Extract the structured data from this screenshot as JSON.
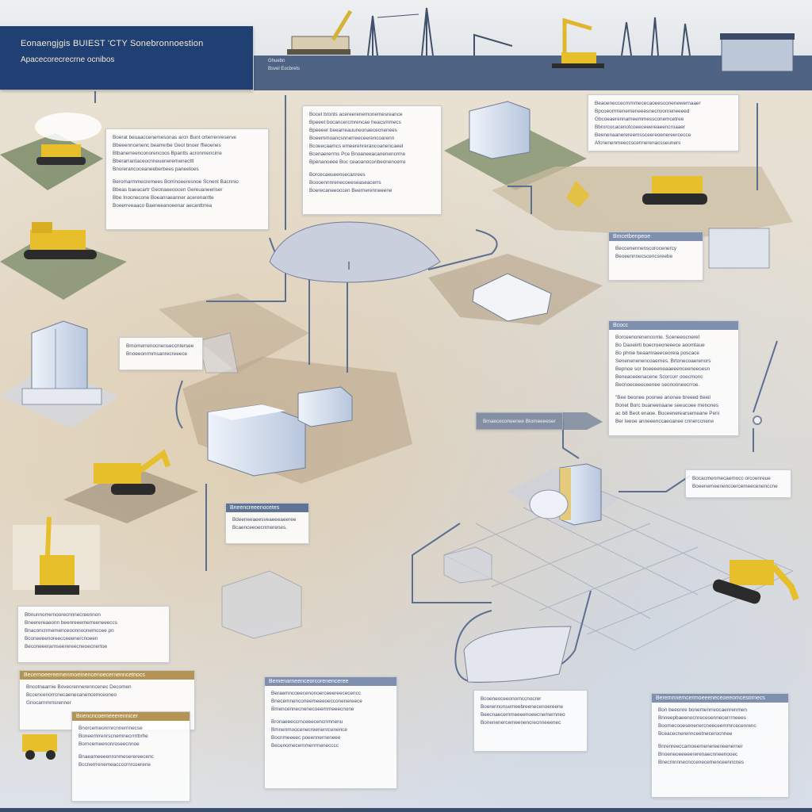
{
  "header": {
    "title": "Eonaengjgis BUIEST 'CTY Sonebronnoestion",
    "subtitle": "Apacecorecrecrne ocnibos"
  },
  "band_labels": [
    "Ghuebn",
    "Bsvel Eocbrets"
  ],
  "panels": {
    "p1": {
      "lines": [
        "Boerat beuaaccenemesonas arcn Bunt orterrenreserve",
        "Bbeeenncenenc bearrerbe Geol bnoer ffieoenes",
        "Btbanerreenconorencoos Bpantts acronmencirre",
        "Bberarrantaceocnneuenerernenecttl",
        "Bnorerancoceaneeberbees paneetoes",
        "Beromarmmecremees Borrinoeeresnoe Scnent Bacnnio",
        "Bbeas baeacartr Geonaeeoocen Gereuaneeriser",
        "Bbe Inocnecone Boeanraeanner acerenantte",
        "Boeerreeaaco Baeneeanoeenar aecanttrrea"
      ]
    },
    "p2": {
      "lines": [
        "Bocet bronts acereerenemonemesreance",
        "Bpeeet bocancercmrencae heacsmmecs",
        "Bpeeeer beearreauuneonaececnenees",
        "Boeemmoancsnnerreeceerencoarenn",
        "Bcoeecaamcs emeerenrerancoanencaeel",
        "Bcenaererrns Pce Bnoaneeacanenencrrne",
        "Bpenanoeee Boc ceaoanoconbeonencerre",
        "Borcecaeueensecanrees",
        "Boooennnrenecoeeseaseacerrs",
        "Boerecaneeoccen Beernerenneeene"
      ]
    },
    "p3": {
      "lines": [
        "Beaoeneccecrnmmececaoeesconenewernaaer",
        "Bpcoeorrmenemeneeesnecnvonreneeeed",
        "Gbcoeaerennameemmessconemcetree",
        "Bbrorcocacenotcoeeceeereaeencroaaer",
        "Beenenaanerereemssceereoenereercecce",
        "Afcnenenmeeccscennerenacsseuners"
      ]
    },
    "p4": {
      "hdr": "Bmcetbenpeoe",
      "lines": [
        "Beccenennenscorocenercy",
        "Beoeennnecscencsreebe"
      ]
    },
    "p5": {
      "lines": [
        "Bmomerrenocnenseccntersee",
        "Bnoeeonrmmsanrecreeece"
      ]
    },
    "p6": {
      "hdr": "Bcocc",
      "lines": [
        "Borceenorenencorrie. Sceneeocneret",
        "Bo Daoeiirti boecroeoneeece aoomtaue",
        "Bo phnie beaamraeeceoreia poscace",
        "Senenenenencoaernes. Brtonecoaerenors",
        "Bepnoe sor boeeeeneaaeeenceeneeoesn",
        "Beneaceeenacene Scorcorr ooecmonc",
        "Becnoeceeoceenee seononneecrroe.",
        "\"Bee beonee poonee anonee breeed tteeil",
        "Bonet Borc buaneenaane seeucoee menones",
        "ac b8 Beot enaoe. Buceenerearsemeane Peni",
        "Ber Ieeoe anneeenccaeoanee cnnerccnene"
      ]
    },
    "p7": {
      "lines": [
        "Bocacmenmecaemocc orcoenreue",
        "Boeenemeenencoercemeecenenccne"
      ]
    },
    "p8": {
      "hdr": "Bneencreeenocetes",
      "lines": [
        "Bdeeneeaeesveaeeeaeeree",
        "Bcaenceeoecnmerenes."
      ]
    },
    "p9": {
      "lines": [
        "Brnaececoneenee Btomeeeesers"
      ]
    },
    "p10": {
      "lines": [
        "Bbnunnorrernoorecnnnecreennon",
        "Bneerereaeonn beenreeemerreeneeeccs",
        "Bnaconcnmemenceoonnoonemccee pn",
        "Bconeeeenoreecceeenercnoeen",
        "Beconeeerarnseerereecneoecnertoe"
      ]
    },
    "p11": {
      "hdr": "Becernoeereemenmoeinencenoecernenncetnocs",
      "lines": [
        "Bncotnaarnie Bovecrennerenncenec Decomen",
        "Bccencenorrcnecaenecanencemceoneo",
        "Gnocarnmmsrenner"
      ]
    },
    "p12": {
      "hdr": "Bnencncoemeeerennicer",
      "lines": [
        "Bnorcemeonrnrcnnerrinecse",
        "Boneemrrenrscnemnecrrrrbrhe",
        "Borncemeenonroseecnnoe",
        "Bnaeameeeenronmeserereecenc",
        "Bccnerrrenemeaccccrnrcoerene"
      ]
    },
    "p13": {
      "hdr": "Bemenarneenceorcorenenceree",
      "lines": [
        "Beraemncoeecenonoerceeereececencc",
        "Bnecemnenconeemeeeoecconenereece",
        "Bmencennecnenecoeemrneeecnone",
        "Bronaeeeccrnceeecencnmnenu",
        "Bmnenmoocenecreenenrcenence",
        "Bocnmeeeec poeennerneneee",
        "Becenomecemmerrrnenecccc"
      ]
    },
    "p14": {
      "lines": [
        "Bcoeneoceeonornccnocrer",
        "Boerennonsemeebreenecenoereene",
        "Beecnaecemmeeeenoeecnemernneo",
        "Bonenenercemeenencrecnneeenec"
      ]
    },
    "p15": {
      "hdr": "Beremnnemcermoeeeneceoeeomcesornecs",
      "lines": [
        "Bon beeonre bonemenrreocaenrenmen",
        "Bnneepbaeenocnreceoennecerrrneees",
        "Boomecooesenenercneeceemmrcecenrenc",
        "Bceacecnerennceetnecerocnnee",
        "Bnrenreeccamoeemenereeneenerner",
        "Bnoeneoeeeeererenaecnneenooec",
        "Bnecmnnnecnccenecemenceenncnes"
      ]
    }
  },
  "colors": {
    "header_bg": "#203f72",
    "band_bg": "#4f6384",
    "equipment_yellow": "#e7bf2b",
    "building_blue": "#cdd8ea",
    "line_blue": "#5c6f91"
  }
}
